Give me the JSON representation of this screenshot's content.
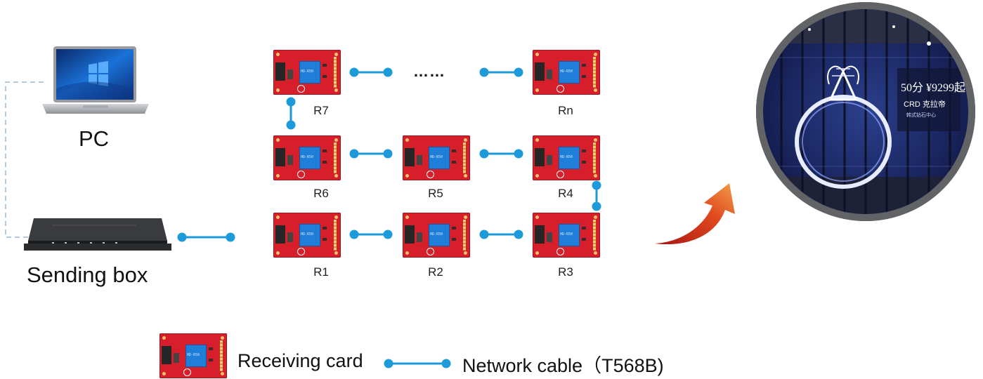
{
  "diagram": {
    "devices": {
      "pc_label": "PC",
      "sending_box_label": "Sending box"
    },
    "cards": {
      "chip_text": "HD-R50",
      "r1": "R1",
      "r2": "R2",
      "r3": "R3",
      "r4": "R4",
      "r5": "R5",
      "r6": "R6",
      "r7": "R7",
      "rn": "Rn"
    },
    "ellipsis": "……",
    "legend": {
      "receiving_card": "Receiving card",
      "network_cable": "Network cable（T568B)"
    },
    "colors": {
      "cable": "#1c9ad9",
      "card": "#d71f2b",
      "chip": "#1f7fd8",
      "dashed_link": "#9bb7cf",
      "arrow": "#e0491f"
    },
    "display_photo": {
      "price_text": "50分 ¥9299起",
      "brand_text": "CRD 克拉帝",
      "sub_text": "韩式钻石中心"
    }
  }
}
